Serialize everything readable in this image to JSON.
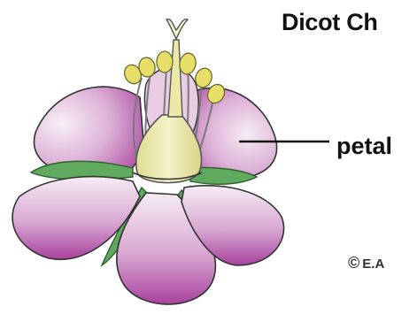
{
  "diagram": {
    "title": "Dicot Ch",
    "labels": {
      "petal": "petal"
    },
    "copyright_symbol": "©",
    "copyright_text": "E.A"
  },
  "colors": {
    "petal_light": "#f3e4f1",
    "petal_dark": "#a63f9b",
    "sepal_green": "#5faa5f",
    "pistil_cream": "#ece8a8",
    "anther_yellow": "#e8df6a",
    "outline": "#333333"
  }
}
